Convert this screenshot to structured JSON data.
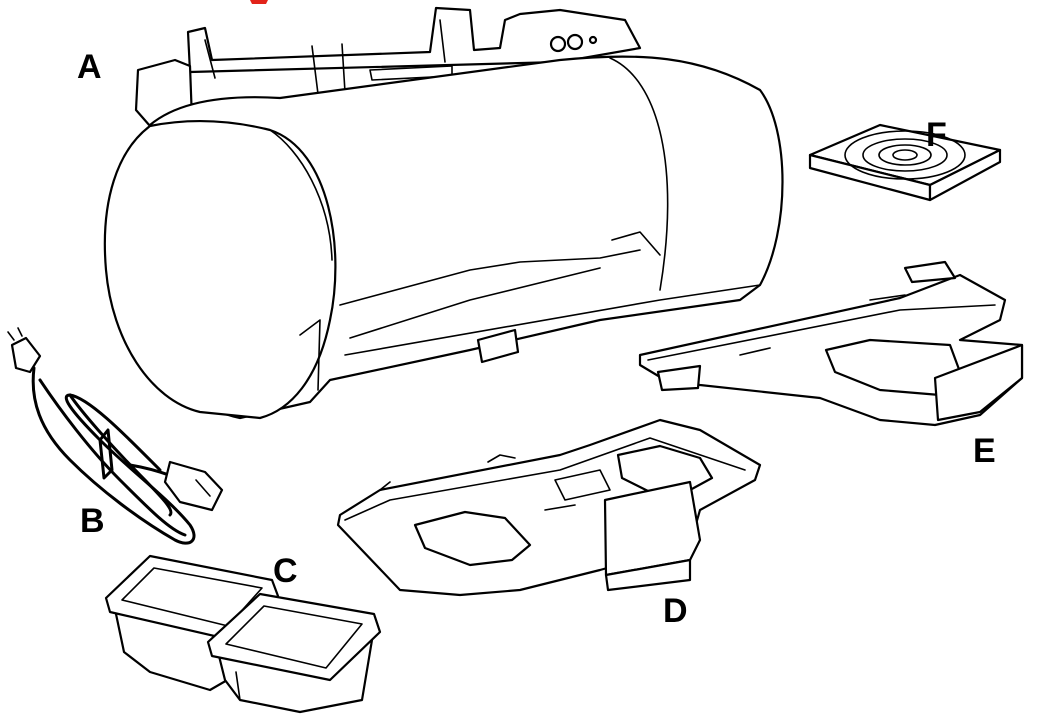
{
  "labels": {
    "a": "A",
    "b": "B",
    "c": "C",
    "d": "D",
    "e": "E",
    "f": "F"
  },
  "colors": {
    "ink": "#000000",
    "background": "#ffffff",
    "accent": "#e2231a"
  }
}
